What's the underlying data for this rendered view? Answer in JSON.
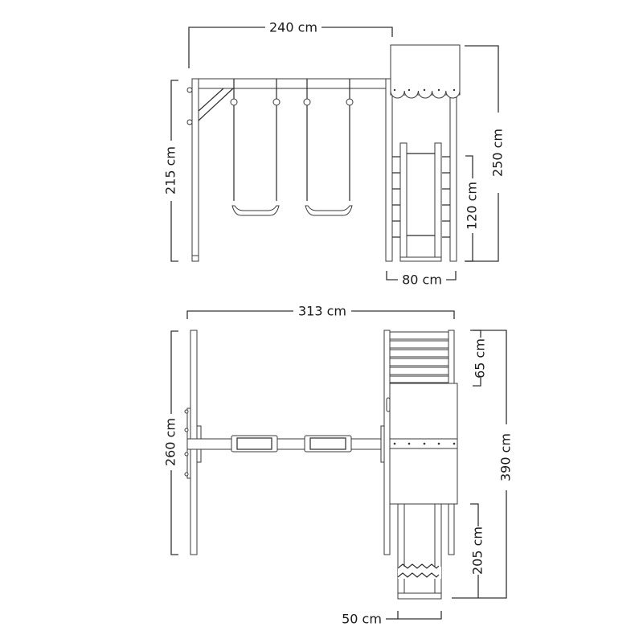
{
  "front_view": {
    "width_label": "240 cm",
    "swing_height_label": "215 cm",
    "tower_height_label": "250 cm",
    "platform_height_label": "120 cm",
    "tower_width_label": "80 cm"
  },
  "top_view": {
    "total_width_label": "313 cm",
    "swing_depth_label": "260 cm",
    "total_depth_label": "390 cm",
    "wall_depth_label": "65 cm",
    "slide_length_label": "205 cm",
    "slide_width_label": "50 cm"
  }
}
